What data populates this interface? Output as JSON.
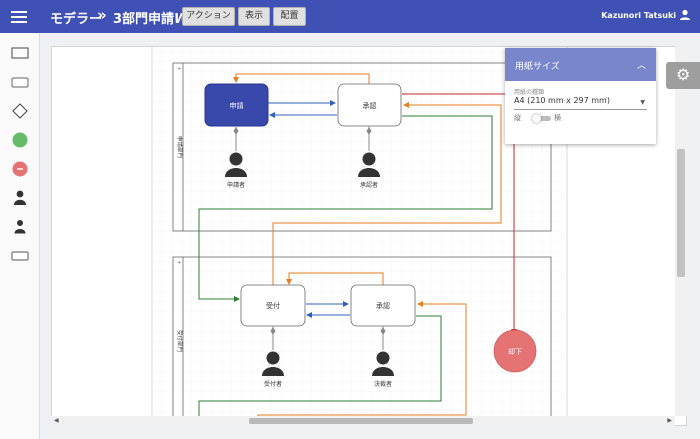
{
  "header": {
    "app_name": "モデラー",
    "separator": "»",
    "workflow_name": "3部門申請",
    "workflow_suffix": "WF",
    "buttons": [
      "アクション",
      "表示",
      "配置"
    ],
    "user_name": "Kazunori Tatsuki",
    "bg_color": "#3f51b5"
  },
  "palette": {
    "items": [
      "rectangle-shape",
      "rounded-rectangle-shape",
      "diamond-shape",
      "start-circle",
      "end-circle",
      "person-icon",
      "person-icon",
      "label-shape"
    ]
  },
  "diagram": {
    "swimlanes": [
      {
        "label": "申請部門"
      },
      {
        "label": "受付部門"
      }
    ],
    "nodes": {
      "apply": "申請",
      "approve": "承認",
      "receive": "受付",
      "approve2": "承認",
      "end": "却下"
    },
    "actors": {
      "applicant": "申請者",
      "approver": "承認者",
      "receiver": "受付者",
      "decider": "決裁者"
    },
    "colors": {
      "apply_fill": "#3949ab",
      "end_fill": "#e57373",
      "orange": "#e67e22",
      "blue": "#2f62b8",
      "green": "#2e7d32",
      "red": "#c62828"
    }
  },
  "paper_panel": {
    "title": "用紙サイズ",
    "field_label": "用紙の種類",
    "selected": "A4 (210 mm x 297 mm)",
    "orientation_left": "縦",
    "orientation_right": "横",
    "header_color": "#7986cb"
  }
}
